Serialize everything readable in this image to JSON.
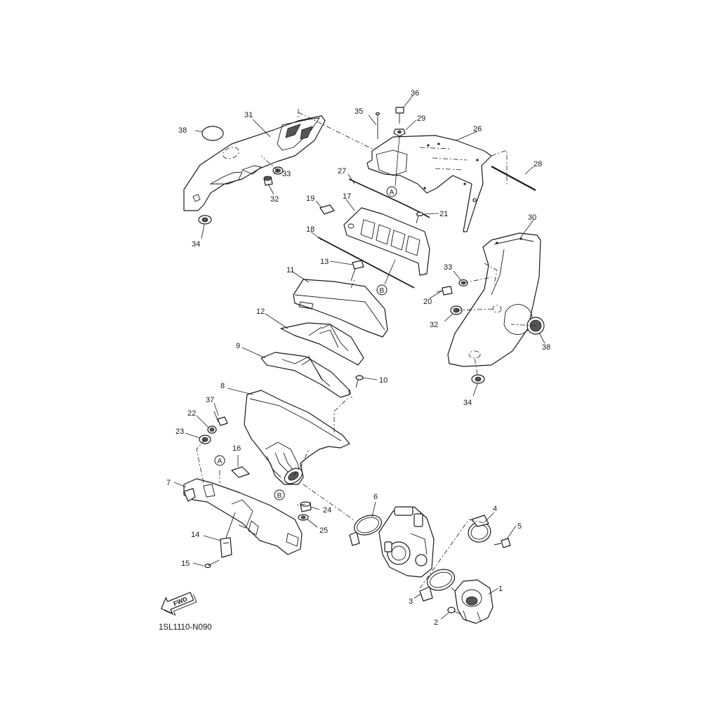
{
  "diagram": {
    "code": "1SL1110-N090",
    "fwd_label": "FWD",
    "callouts": {
      "c1": "1",
      "c2": "2",
      "c3": "3",
      "c4": "4",
      "c5": "5",
      "c6": "6",
      "c7": "7",
      "c8": "8",
      "c9": "9",
      "c10": "10",
      "c11": "11",
      "c12": "12",
      "c13": "13",
      "c14": "14",
      "c15": "15",
      "c16": "16",
      "c17": "17",
      "c18": "18",
      "c19": "19",
      "c20": "20",
      "c21": "21",
      "c22": "22",
      "c23": "23",
      "c24": "24",
      "c25": "25",
      "c26": "26",
      "c27": "27",
      "c28": "28",
      "c29": "29",
      "c30": "30",
      "c31": "31",
      "c32a": "32",
      "c32b": "32",
      "c33a": "33",
      "c33b": "33",
      "c34a": "34",
      "c34b": "34",
      "c35": "35",
      "c36": "36",
      "c37": "37",
      "c38a": "38",
      "c38b": "38"
    },
    "refs": {
      "a_top": "A",
      "a_bottom": "A",
      "b_top": "B",
      "b_bottom": "B"
    }
  }
}
